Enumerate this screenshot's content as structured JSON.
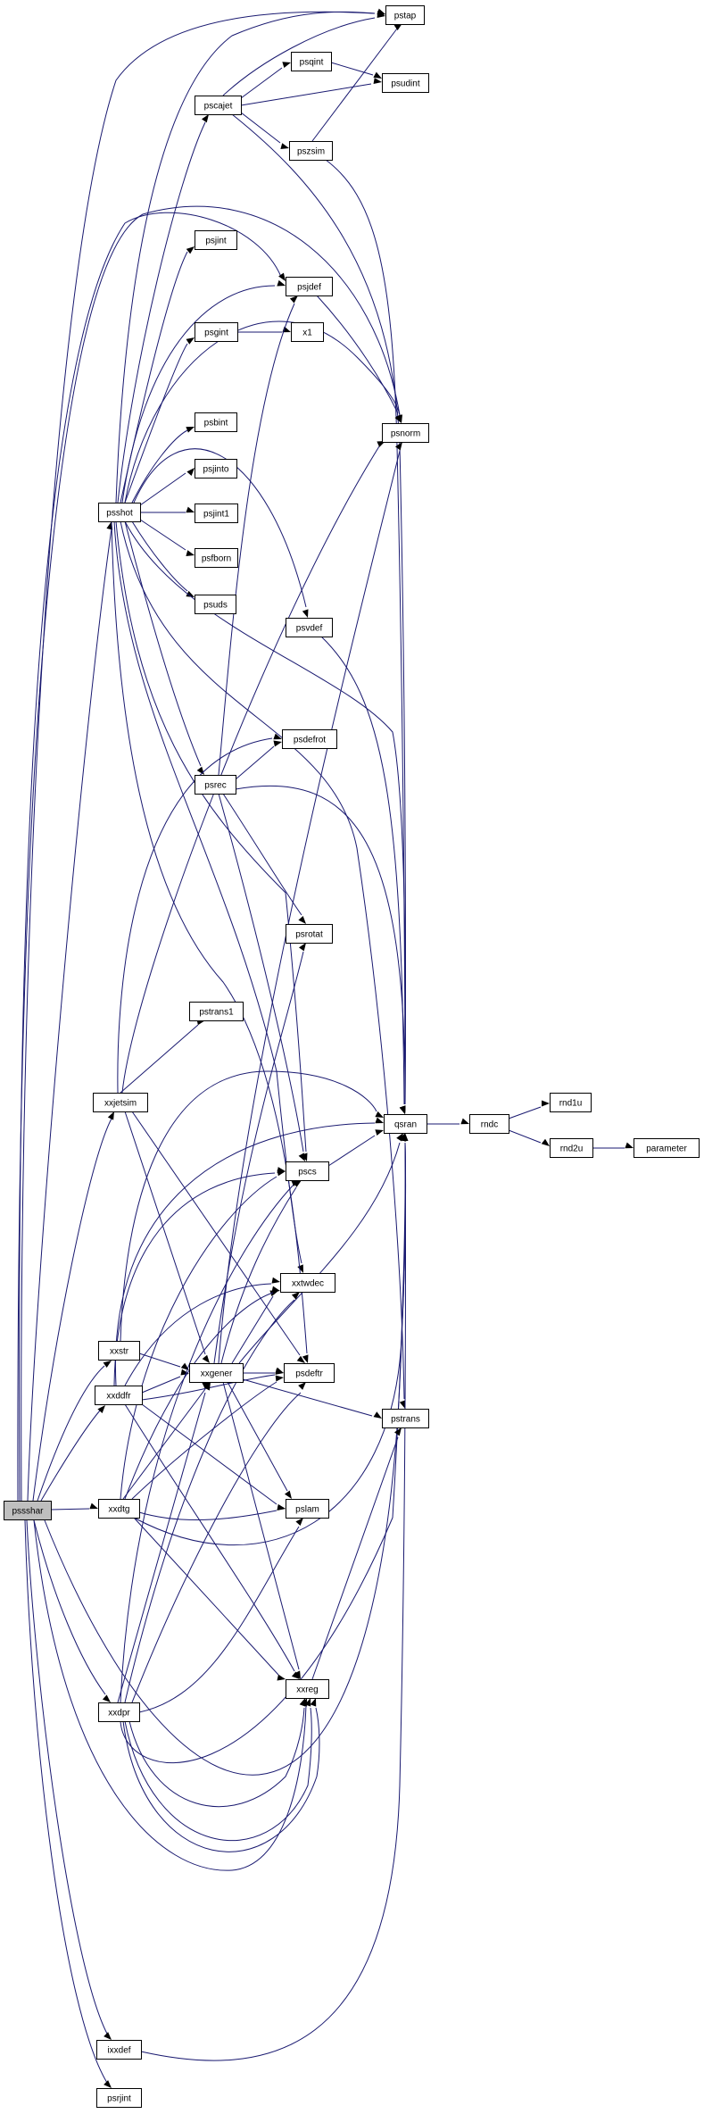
{
  "diagram": {
    "type": "call-graph",
    "edge_color": "#191970",
    "node_border": "#000000",
    "root_fill": "#bfbfbf",
    "node_fill": "#ffffff",
    "root": "pssshar",
    "nodes": [
      {
        "id": "pssshar",
        "label": "pssshar"
      },
      {
        "id": "psshot",
        "label": "psshot"
      },
      {
        "id": "pscajet",
        "label": "pscajet"
      },
      {
        "id": "pstap",
        "label": "pstap"
      },
      {
        "id": "psqint",
        "label": "psqint"
      },
      {
        "id": "psudint",
        "label": "psudint"
      },
      {
        "id": "pszsim",
        "label": "pszsim"
      },
      {
        "id": "psjint",
        "label": "psjint"
      },
      {
        "id": "psjdef",
        "label": "psjdef"
      },
      {
        "id": "psgint",
        "label": "psgint"
      },
      {
        "id": "x1",
        "label": "x1"
      },
      {
        "id": "psnorm",
        "label": "psnorm"
      },
      {
        "id": "psbint",
        "label": "psbint"
      },
      {
        "id": "psjinto",
        "label": "psjinto"
      },
      {
        "id": "psjint1",
        "label": "psjint1"
      },
      {
        "id": "psfborn",
        "label": "psfborn"
      },
      {
        "id": "psuds",
        "label": "psuds"
      },
      {
        "id": "psvdef",
        "label": "psvdef"
      },
      {
        "id": "psdefrot",
        "label": "psdefrot"
      },
      {
        "id": "psrec",
        "label": "psrec"
      },
      {
        "id": "psrotat",
        "label": "psrotat"
      },
      {
        "id": "pstrans1",
        "label": "pstrans1"
      },
      {
        "id": "xxjetsim",
        "label": "xxjetsim"
      },
      {
        "id": "qsran",
        "label": "qsran"
      },
      {
        "id": "rndc",
        "label": "rndc"
      },
      {
        "id": "rnd1u",
        "label": "rnd1u"
      },
      {
        "id": "rnd2u",
        "label": "rnd2u"
      },
      {
        "id": "parameter",
        "label": "parameter"
      },
      {
        "id": "pscs",
        "label": "pscs"
      },
      {
        "id": "xxtwdec",
        "label": "xxtwdec"
      },
      {
        "id": "xxstr",
        "label": "xxstr"
      },
      {
        "id": "xxddfr",
        "label": "xxddfr"
      },
      {
        "id": "xxgener",
        "label": "xxgener"
      },
      {
        "id": "psdeftr",
        "label": "psdeftr"
      },
      {
        "id": "pstrans",
        "label": "pstrans"
      },
      {
        "id": "xxdtg",
        "label": "xxdtg"
      },
      {
        "id": "pslam",
        "label": "pslam"
      },
      {
        "id": "xxreg",
        "label": "xxreg"
      },
      {
        "id": "xxdpr",
        "label": "xxdpr"
      },
      {
        "id": "ixxdef",
        "label": "ixxdef"
      },
      {
        "id": "psrjint",
        "label": "psrjint"
      }
    ]
  }
}
